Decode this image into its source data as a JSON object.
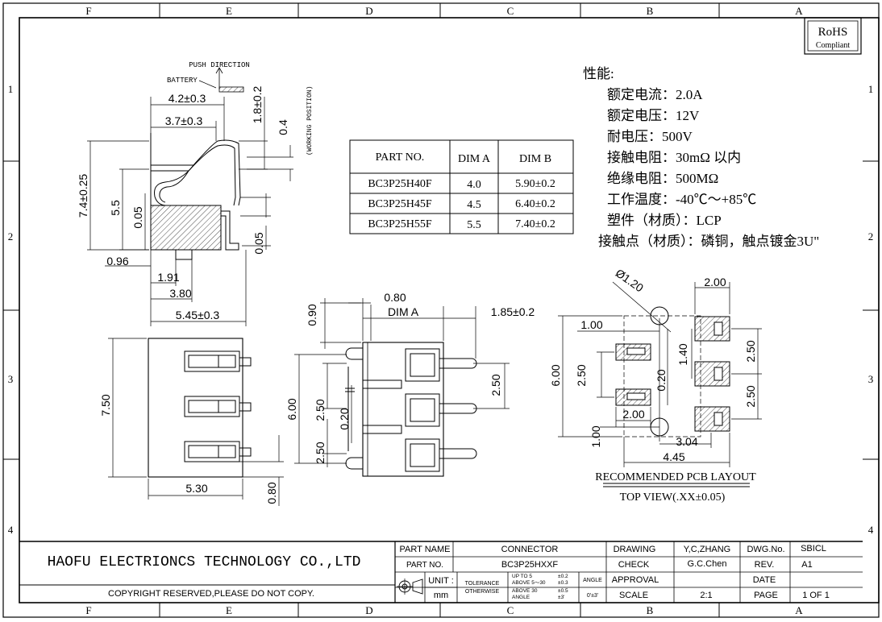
{
  "border": {
    "columns": [
      "F",
      "E",
      "D",
      "C",
      "B",
      "A"
    ],
    "rows": [
      "1",
      "2",
      "3",
      "4"
    ]
  },
  "rohs": {
    "title": "RoHS",
    "subtitle": "Compliant"
  },
  "side_view": {
    "push_direction": "PUSH DIRECTION",
    "battery": "BATTERY",
    "working_position": "(WORKING POSITION)",
    "dims": {
      "top_w1": "4.2±0.3",
      "top_w2": "3.7±0.3",
      "h_1_8": "1.8±0.2",
      "h_0_4": "0.4",
      "h_7_4": "7.4±0.25",
      "h_5_5": "5.5",
      "h_0_05a": "0.05",
      "h_0_05b": "0.05",
      "w_0_96": "0.96",
      "w_1_91": "1.91",
      "w_3_80": "3.80",
      "w_5_45": "5.45±0.3"
    }
  },
  "table": {
    "headers": [
      "PART NO.",
      "DIM A",
      "DIM B"
    ],
    "rows": [
      [
        "BC3P25H40F",
        "4.0",
        "5.90±0.2"
      ],
      [
        "BC3P25H45F",
        "4.5",
        "6.40±0.2"
      ],
      [
        "BC3P25H55F",
        "5.5",
        "7.40±0.2"
      ]
    ]
  },
  "specs": {
    "title": "性能:",
    "lines": [
      "额定电流：2.0A",
      "额定电压：12V",
      "耐电压：500V",
      "接触电阻：30mΩ 以内",
      "绝缘电阻：500MΩ",
      "工作温度：-40℃～+85℃",
      "塑件（材质）：LCP"
    ],
    "last_line": "接触点（材质）：磷铜，触点镀金3U\""
  },
  "front_view": {
    "h_7_50": "7.50",
    "w_5_30": "5.30"
  },
  "top_view": {
    "w_0_80": "0.80",
    "dim_a": "DIM A",
    "w_1_85": "1.85±0.2",
    "h_0_90": "0.90",
    "h_6_00": "6.00",
    "h_2_50a": "2.50",
    "h_0_20": "0.20",
    "h_2_50b": "2.50",
    "h_2_50c": "2.50",
    "h_0_80": "0.80"
  },
  "pcb": {
    "d_1_20": "Ø1.20",
    "w_2_00a": "2.00",
    "w_1_00": "1.00",
    "h_6_00": "6.00",
    "h_2_50a": "2.50",
    "h_1_40": "1.40",
    "h_0_20": "0.20",
    "h_2_50b": "2.50",
    "h_2_50c": "2.50",
    "w_2_00b": "2.00",
    "h_1_00": "1.00",
    "w_3_04": "3.04",
    "w_4_45": "4.45",
    "caption": "RECOMMENDED PCB LAYOUT",
    "subcaption": "TOP VIEW(.XX±0.05)"
  },
  "title_block": {
    "company": "HAOFU ELECTRIONCS TECHNOLOGY CO.,LTD",
    "copyright": "COPYRIGHT RESERVED,PLEASE DO NOT COPY.",
    "part_name_label": "PART NAME",
    "part_name": "CONNECTOR",
    "part_no_label": "PART NO.",
    "part_no": "BC3P25HXXF",
    "unit_label": "UNIT :",
    "unit": "mm",
    "tolerance_label": "TOLERANCE",
    "otherwise_label": "OTHERWISE",
    "tol_up_to_5": "UP TO 5",
    "tol_up_to_5_val": "±0.2",
    "tol_above_5_30": "ABOVE 5～30",
    "tol_above_5_30_val": "±0.3",
    "tol_above_30": "ABOVE 30",
    "tol_above_30_val": "±0.5",
    "tol_angle": "ANGLE",
    "tol_angle_val": "±3'",
    "angle_label": "ANGLE",
    "angle_val": "0'±3'",
    "drawing_label": "DRAWING",
    "drawing": "Y,C,ZHANG",
    "check_label": "CHECK",
    "check": "G.C.Chen",
    "approval_label": "APPROVAL",
    "scale_label": "SCALE",
    "scale": "2:1",
    "dwg_no_label": "DWG.No.",
    "dwg_no": "SBICL",
    "rev_label": "REV.",
    "rev": "A1",
    "date_label": "DATE",
    "page_label": "PAGE",
    "page": "1 OF 1"
  }
}
